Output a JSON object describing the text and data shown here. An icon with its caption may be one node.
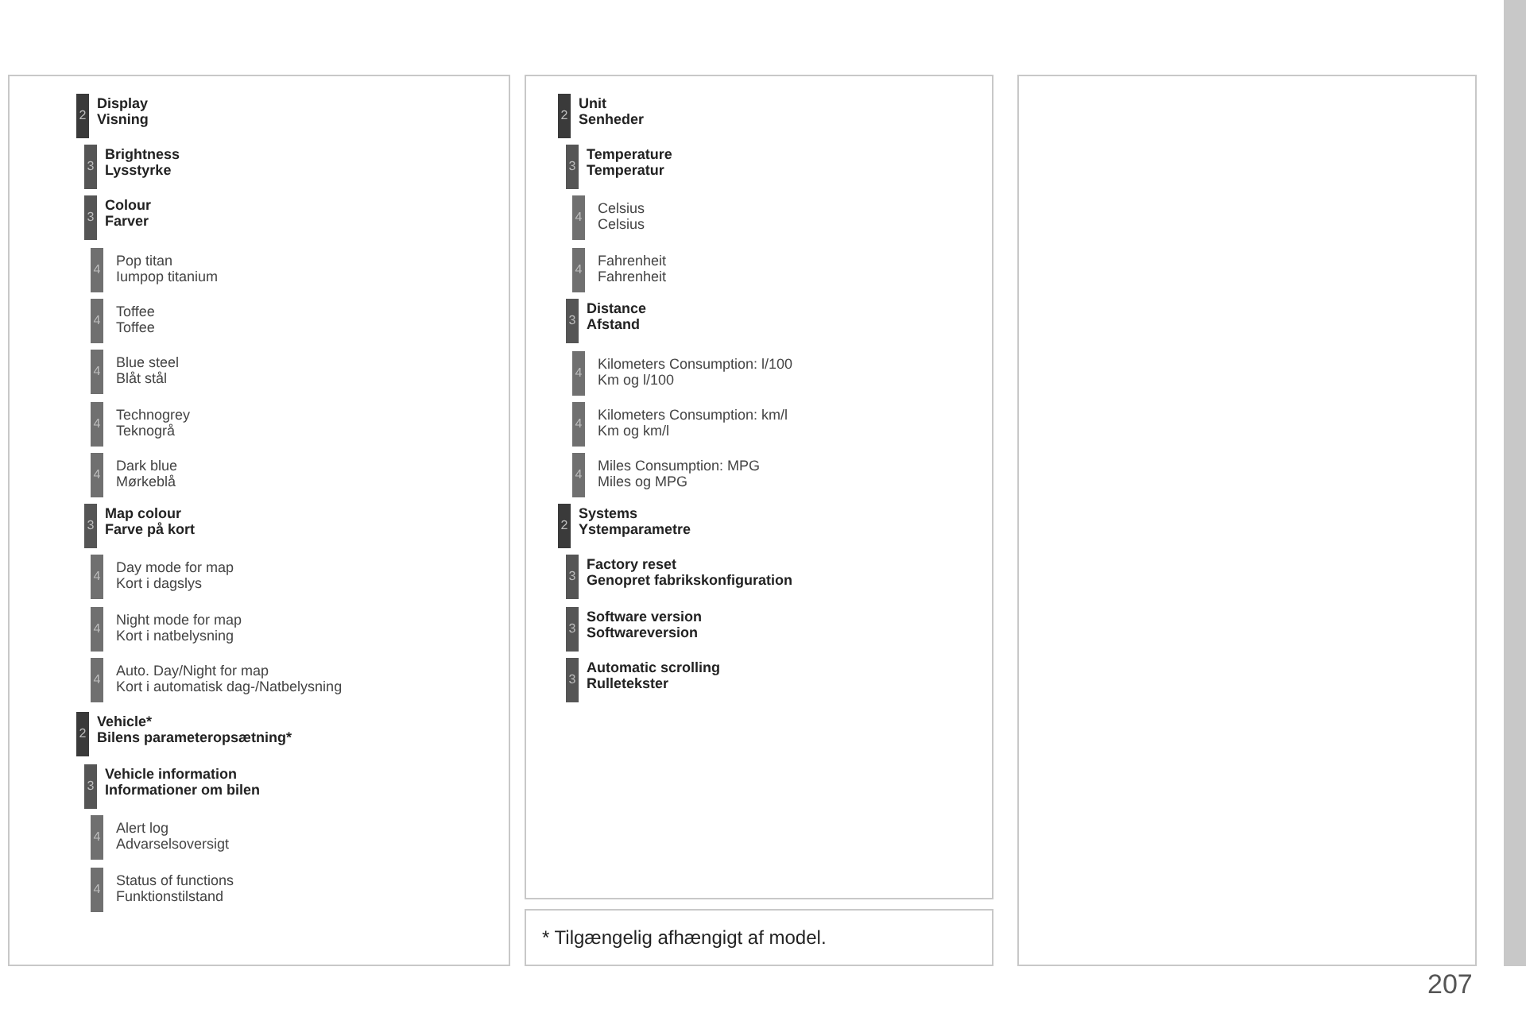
{
  "diagram": {
    "nodes": [
      {
        "text": [],
        "shape": "box"
      },
      {
        "text": [
          "2"
        ],
        "beside": [
          "Display",
          "Visning"
        ],
        "in": 0
      },
      {
        "text": [
          "3"
        ],
        "beside": [
          "Brightness",
          "Lysstyrke"
        ],
        "in": 0
      },
      {
        "text": [
          "3"
        ],
        "beside": [
          "Colour",
          "Farver"
        ],
        "in": 0
      },
      {
        "text": [
          "4"
        ],
        "beside": [
          "Pop titan",
          "Iumpop titanium"
        ],
        "in": 0
      },
      {
        "text": [
          "4"
        ],
        "beside": [
          "Toffee",
          "Toffee"
        ],
        "in": 0
      },
      {
        "text": [
          "4"
        ],
        "beside": [
          "Blue steel",
          "Blåt stål"
        ],
        "in": 0
      },
      {
        "text": [
          "4"
        ],
        "beside": [
          "Technogrey",
          "Teknogrå"
        ],
        "in": 0
      },
      {
        "text": [
          "4"
        ],
        "beside": [
          "Dark blue",
          "Mørkeblå"
        ],
        "in": 0
      },
      {
        "text": [
          "3"
        ],
        "beside": [
          "Map colour",
          "Farve på kort"
        ],
        "in": 0
      },
      {
        "text": [
          "4"
        ],
        "beside": [
          "Day mode for map",
          "Kort i dagslys"
        ],
        "in": 0
      },
      {
        "text": [
          "4"
        ],
        "beside": [
          "Night mode for map",
          "Kort i natbelysning"
        ],
        "in": 0
      },
      {
        "text": [
          "4"
        ],
        "beside": [
          "Auto. Day/Night for map",
          "Kort i automatisk dag-/Natbelysning"
        ],
        "in": 0
      },
      {
        "text": [
          "2"
        ],
        "beside": [
          "Vehicle*",
          "Bilens parameteropsætning*"
        ],
        "in": 0
      },
      {
        "text": [
          "3"
        ],
        "beside": [
          "Vehicle information",
          "Informationer om bilen"
        ],
        "in": 0
      },
      {
        "text": [
          "4"
        ],
        "beside": [
          "Alert log",
          "Advarselsoversigt"
        ],
        "in": 0
      },
      {
        "text": [
          "4"
        ],
        "beside": [
          "Status of functions",
          "Funktionstilstand"
        ],
        "in": 0
      },
      {
        "text": [],
        "shape": "box"
      },
      {
        "text": [
          "2"
        ],
        "beside": [
          "Unit",
          "Senheder"
        ],
        "in": 17
      },
      {
        "text": [
          "3"
        ],
        "beside": [
          "Temperature",
          "Temperatur"
        ],
        "in": 17
      },
      {
        "text": [
          "4"
        ],
        "beside": [
          "Celsius",
          "Celsius"
        ],
        "in": 17
      },
      {
        "text": [
          "4"
        ],
        "beside": [
          "Fahrenheit",
          "Fahrenheit"
        ],
        "in": 17
      },
      {
        "text": [
          "3"
        ],
        "beside": [
          "Distance",
          "Afstand"
        ],
        "in": 17
      },
      {
        "text": [
          "4"
        ],
        "beside": [
          "Kilometers Consumption: l/100",
          "Km og l/100"
        ],
        "in": 17
      },
      {
        "text": [
          "4"
        ],
        "beside": [
          "Kilometers Consumption: km/l",
          "Km og km/l"
        ],
        "in": 17
      },
      {
        "text": [
          "4"
        ],
        "beside": [
          "Miles Consumption: MPG",
          "Miles og MPG"
        ],
        "in": 17
      },
      {
        "text": [
          "2"
        ],
        "beside": [
          "Systems",
          "Ystemparametre"
        ],
        "in": 17
      },
      {
        "text": [
          "3"
        ],
        "beside": [
          "Factory reset",
          "Genopret fabrikskonfiguration"
        ],
        "in": 17
      },
      {
        "text": [
          "3"
        ],
        "beside": [
          "Software version",
          "Softwareversion"
        ],
        "in": 17
      },
      {
        "text": [
          "3"
        ],
        "beside": [
          "Automatic scrolling",
          "Rulletekster"
        ],
        "in": 17
      },
      {
        "text": [
          "* Tilgængelig afhængigt af model."
        ]
      },
      {
        "text": [],
        "shape": "box"
      }
    ],
    "labels": [
      "207"
    ]
  }
}
